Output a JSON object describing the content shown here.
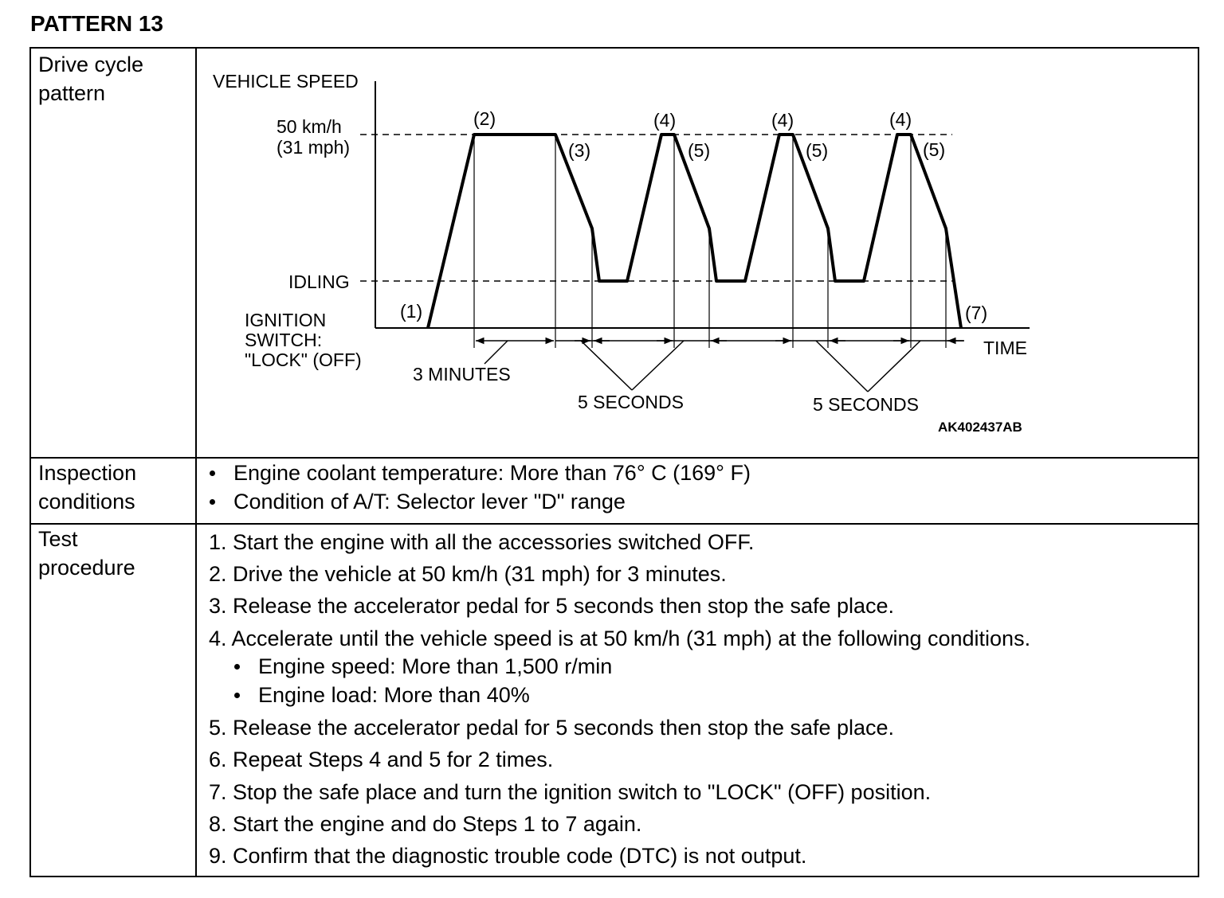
{
  "title": "PATTERN 13",
  "rows": {
    "drive_cycle": {
      "label": [
        "Drive cycle",
        "pattern"
      ]
    },
    "inspection": {
      "label": [
        "Inspection",
        "conditions"
      ],
      "bullets": [
        "Engine coolant temperature: More than 76° C (169° F)",
        "Condition of A/T: Selector lever \"D\" range"
      ]
    },
    "test": {
      "label": [
        "Test",
        "procedure"
      ],
      "steps": [
        "1. Start the engine with all the accessories switched OFF.",
        "2. Drive the vehicle at 50 km/h (31 mph) for 3 minutes.",
        "3. Release the accelerator pedal for 5 seconds then stop the safe place.",
        "4. Accelerate until the vehicle speed is at 50 km/h (31 mph) at the following conditions."
      ],
      "sub_bullets": [
        "Engine speed: More than 1,500 r/min",
        "Engine load: More than 40%"
      ],
      "steps_after": [
        "5. Release the accelerator pedal for 5 seconds then stop the safe place.",
        "6. Repeat Steps 4 and 5 for 2 times.",
        "7. Stop the safe place and turn the ignition switch to \"LOCK\" (OFF) position.",
        "8. Start the engine and do Steps 1 to 7 again.",
        "9. Confirm that the diagnostic trouble code (DTC) is not output."
      ]
    }
  },
  "diagram": {
    "y_axis_label": "VEHICLE SPEED",
    "speed_label": [
      "50 km/h",
      "(31 mph)"
    ],
    "idling_label": "IDLING",
    "ignition_label": [
      "IGNITION",
      "SWITCH:",
      "\"LOCK\" (OFF)"
    ],
    "x_axis_label": "TIME",
    "point_labels": [
      "(1)",
      "(2)",
      "(3)",
      "(4)",
      "(5)",
      "(4)",
      "(5)",
      "(4)",
      "(5)",
      "(7)"
    ],
    "duration_3min": "3 MINUTES",
    "duration_5sec": [
      "5 SECONDS",
      "5 SECONDS"
    ],
    "figure_code": "AK402437AB"
  }
}
